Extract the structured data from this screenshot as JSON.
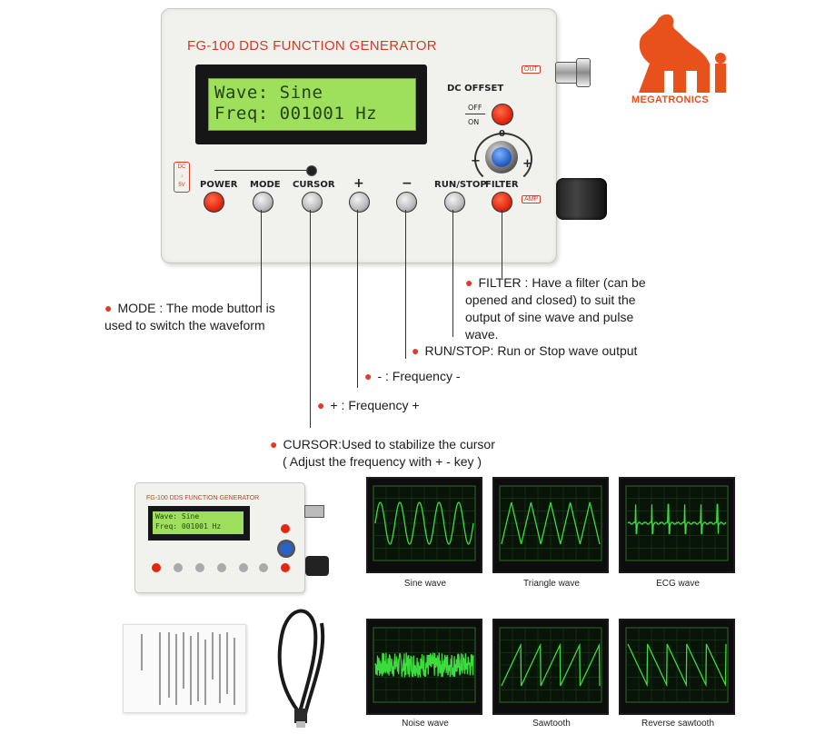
{
  "device": {
    "title": "FG-100 DDS FUNCTION GENERATOR",
    "lcd_line1": "Wave: Sine",
    "lcd_line2": "Freq: 001001 Hz",
    "dc_offset_label": "DC OFFSET",
    "off_label": "OFF",
    "on_label": "ON",
    "knob_zero": "0",
    "knob_minus": "−",
    "knob_plus": "+",
    "out_label": "OUT",
    "amp_label": "AMP",
    "buttons": [
      "POWER",
      "MODE",
      "CURSOR",
      "+",
      "−",
      "RUN/STOP",
      "FILTER"
    ]
  },
  "brand": {
    "name": "MEGATRONICS",
    "mark": "MI"
  },
  "callouts": {
    "filter": "FILTER : Have a filter (can be opened and closed) to suit the output of sine wave and pulse wave.",
    "mode": "MODE : The mode button is used to switch the waveform",
    "run_stop": "RUN/STOP: Run or Stop wave output",
    "minus": "- : Frequency -",
    "plus": "+ : Frequency +",
    "cursor_line1": "CURSOR:Used to stabilize the cursor",
    "cursor_line2": "( Adjust the frequency with + - key )"
  },
  "waves": [
    "Sine wave",
    "Triangle wave",
    "ECG wave",
    "Noise wave",
    "Sawtooth",
    "Reverse sawtooth"
  ],
  "colors": {
    "accent_red": "#e23b27",
    "lcd_green": "#9ee05c",
    "trace_green": "#3ddc3d"
  }
}
